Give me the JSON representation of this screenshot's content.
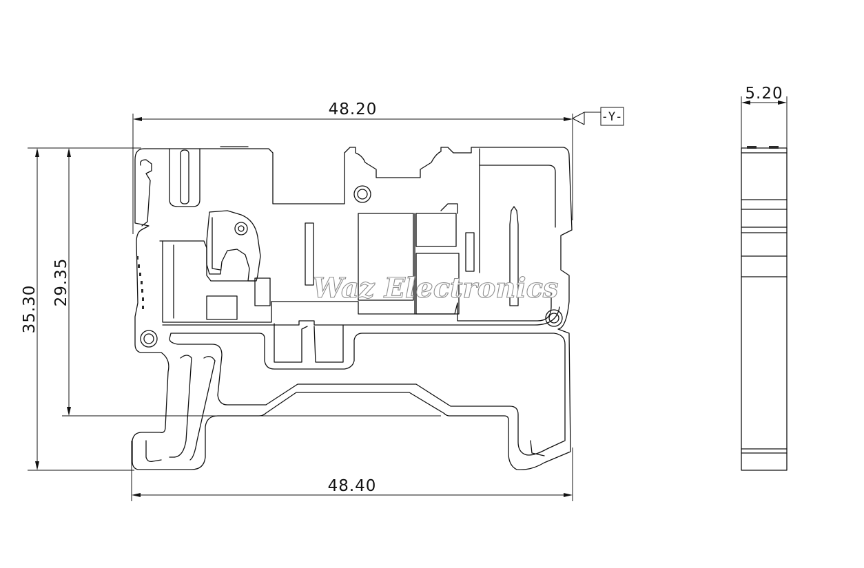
{
  "drawing": {
    "dimensions": {
      "top_width": "48.20",
      "bottom_width": "48.40",
      "overall_height": "35.30",
      "rail_height": "29.35",
      "side_width": "5.20"
    },
    "datum_tag": "-Y-",
    "watermark": "Waz Electronics"
  }
}
